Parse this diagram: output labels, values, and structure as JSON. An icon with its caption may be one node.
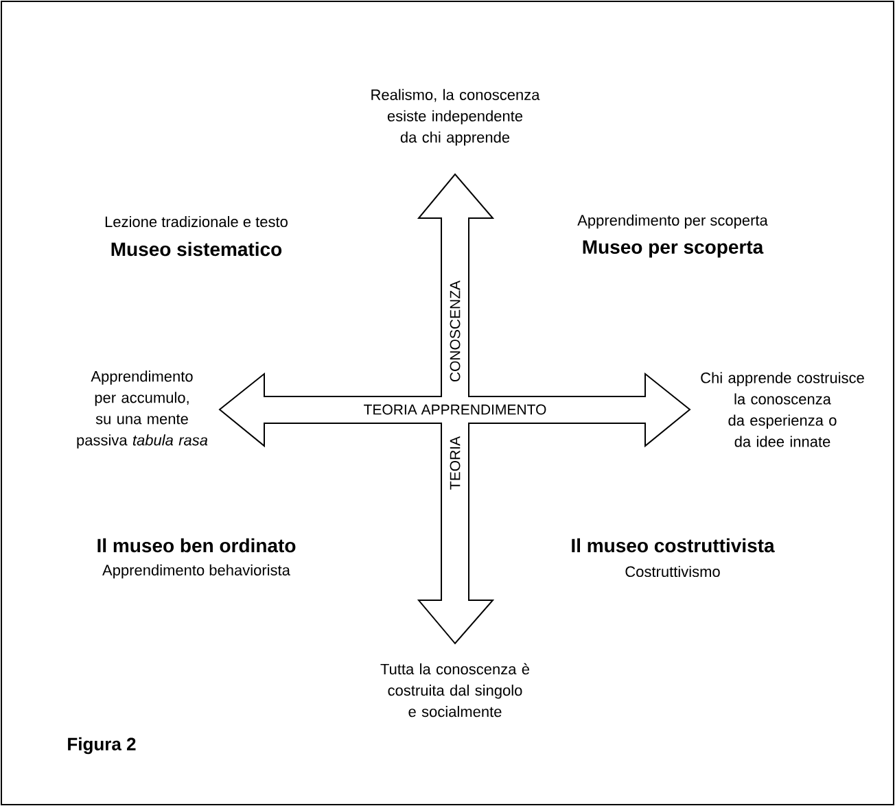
{
  "diagram": {
    "caption": "Figura 2",
    "labels": [
      "Realismo, la conoscenza esiste independente da chi apprende",
      "Lezione tradizionale e testo",
      "Museo sistematico",
      "Apprendimento per scoperta",
      "Museo per scoperta",
      "CONOSCENZA",
      "Apprendimento per accumulo, su una mente passiva *tabula rasa*",
      "TEORIA APPRENDIMENTO",
      "Chi apprende costruisce la conoscenza da esperienza o da idee innate",
      "TEORIA",
      "Il museo ben ordinato",
      "Apprendimento behaviorista",
      "Il museo costruttivista",
      "Costruttivismo",
      "Tutta la conoscenza è costruita dal singolo e socialmente"
    ]
  }
}
